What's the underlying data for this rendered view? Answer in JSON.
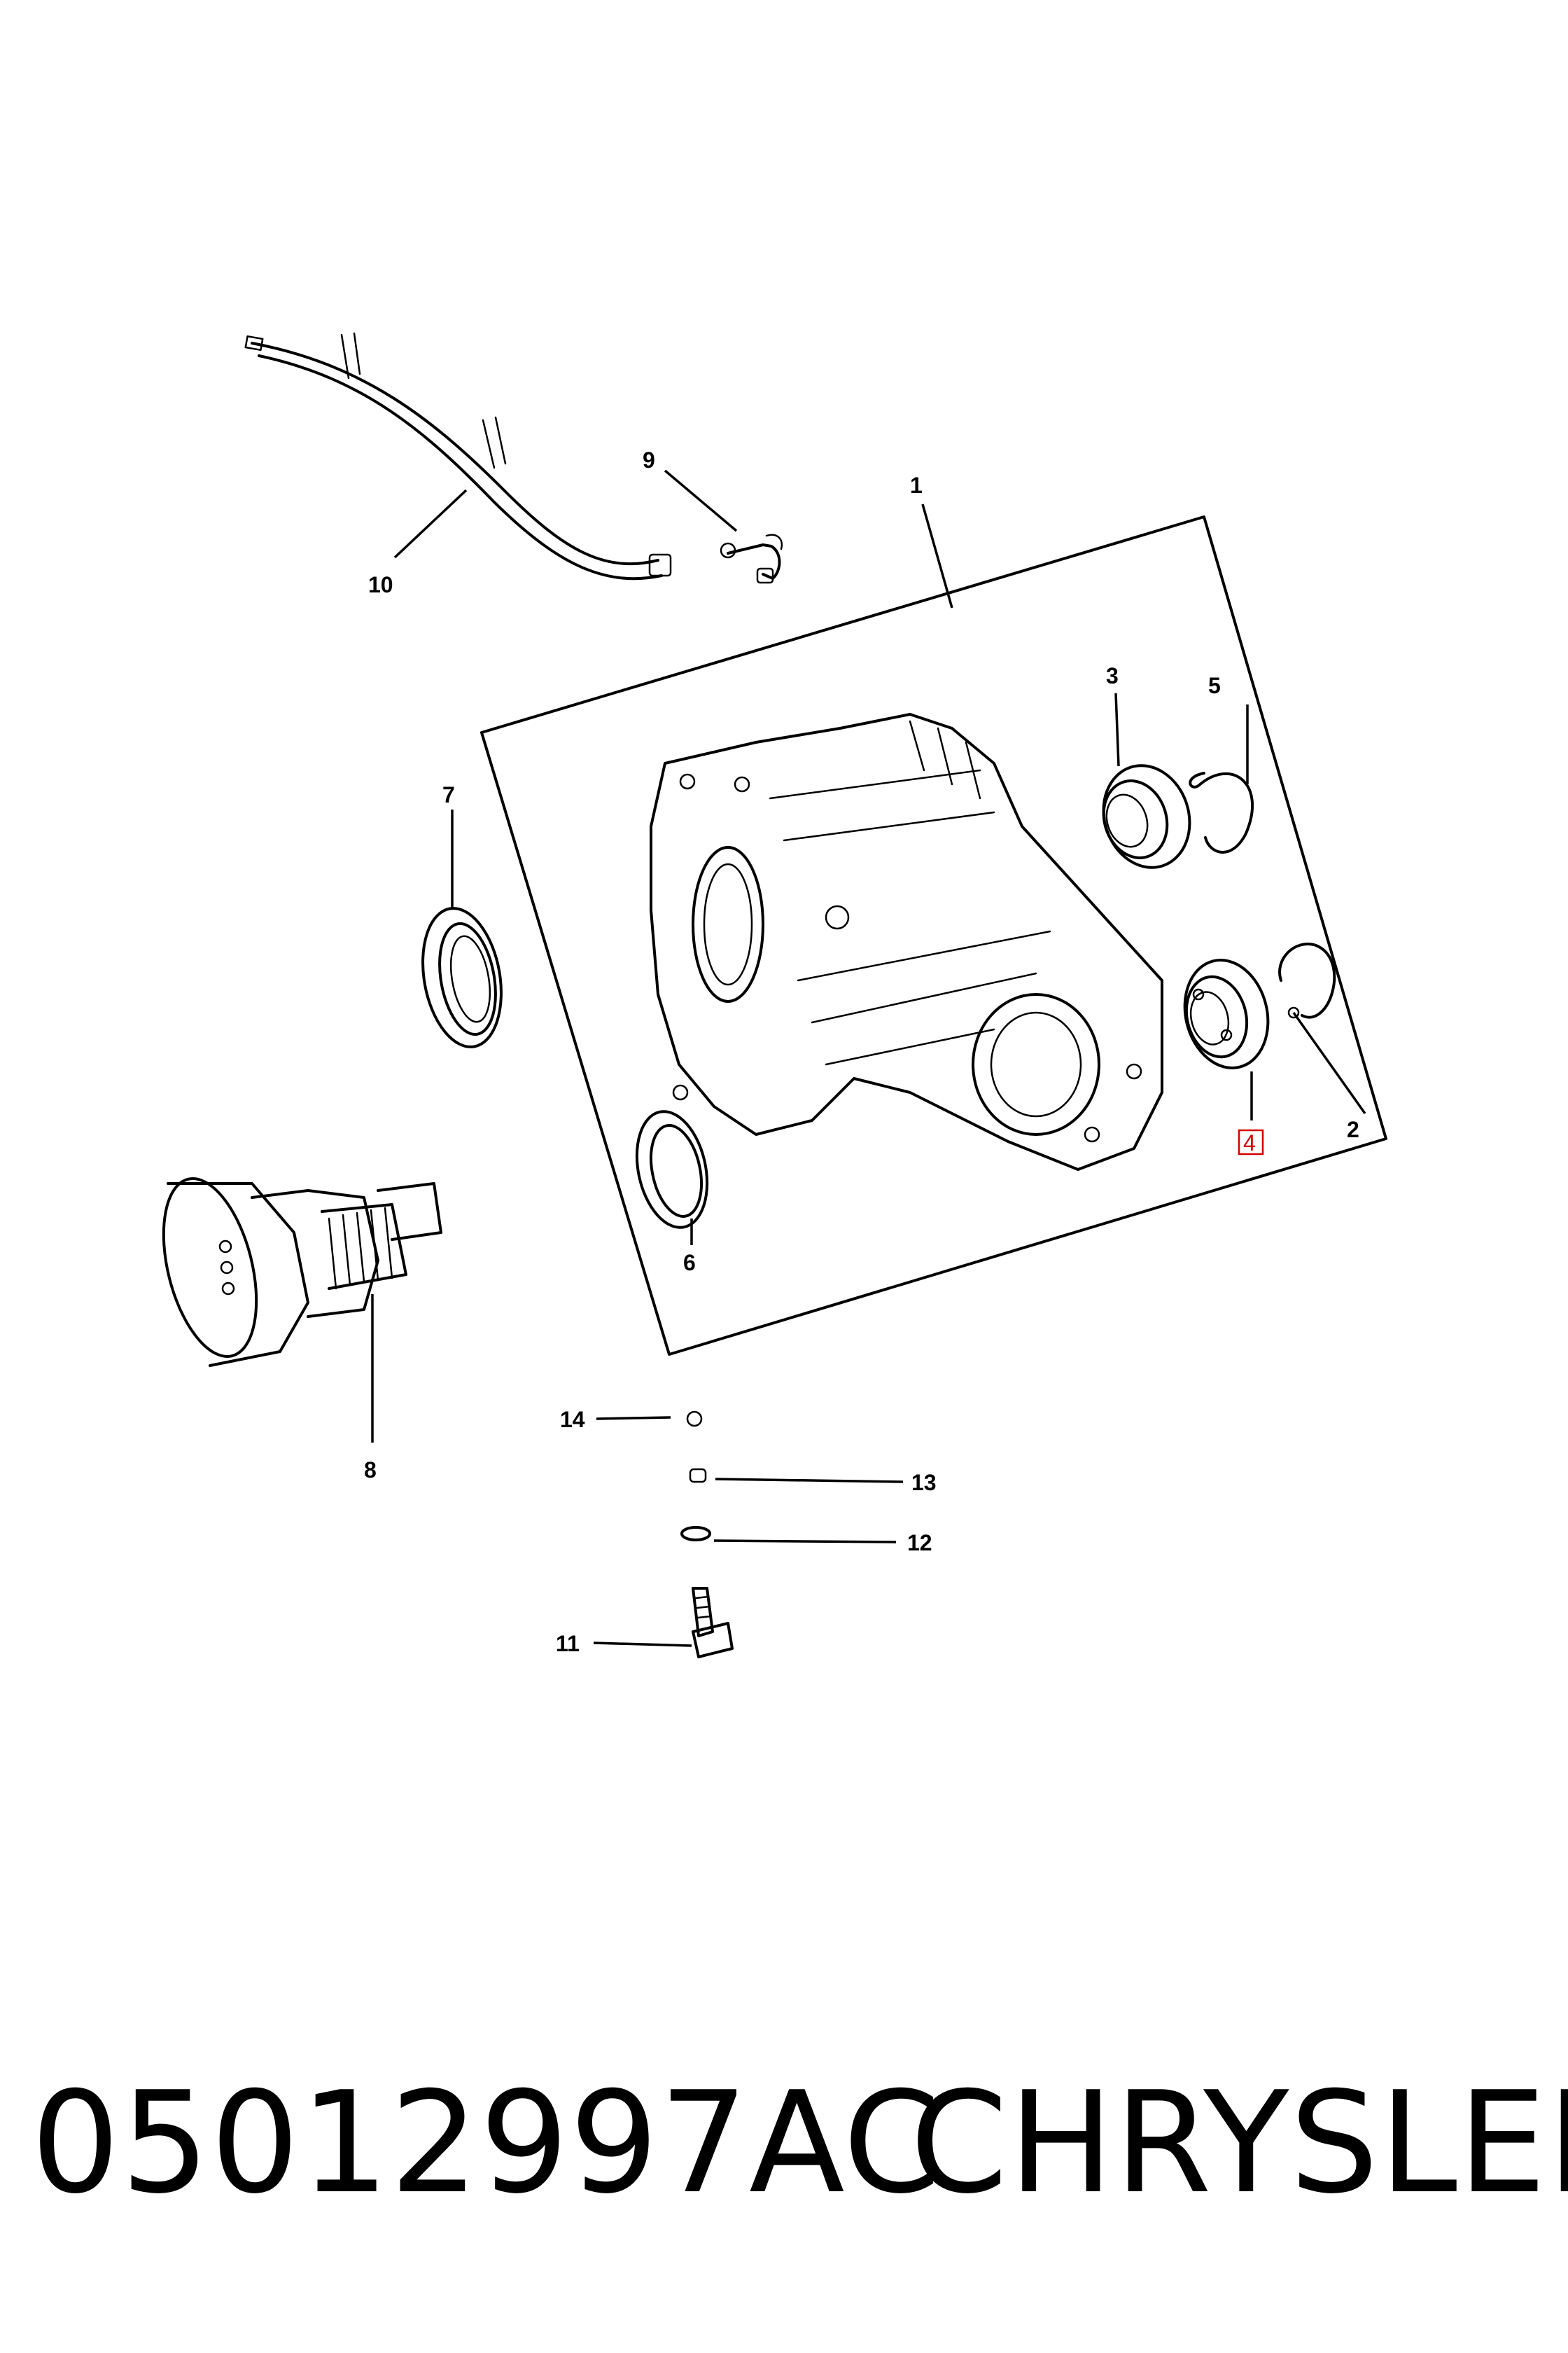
{
  "diagram": {
    "callouts": [
      {
        "id": "1",
        "label": "1"
      },
      {
        "id": "2",
        "label": "2"
      },
      {
        "id": "3",
        "label": "3"
      },
      {
        "id": "4",
        "label": "4"
      },
      {
        "id": "5",
        "label": "5"
      },
      {
        "id": "6",
        "label": "6"
      },
      {
        "id": "7",
        "label": "7"
      },
      {
        "id": "8",
        "label": "8"
      },
      {
        "id": "9",
        "label": "9"
      },
      {
        "id": "10",
        "label": "10"
      },
      {
        "id": "11",
        "label": "11"
      },
      {
        "id": "12",
        "label": "12"
      },
      {
        "id": "13",
        "label": "13"
      },
      {
        "id": "14",
        "label": "14"
      }
    ],
    "highlighted_callout": "4",
    "highlight_color": "#d40000"
  },
  "footer": {
    "part_number": "05012997AC",
    "brand": "CHRYSLER"
  }
}
